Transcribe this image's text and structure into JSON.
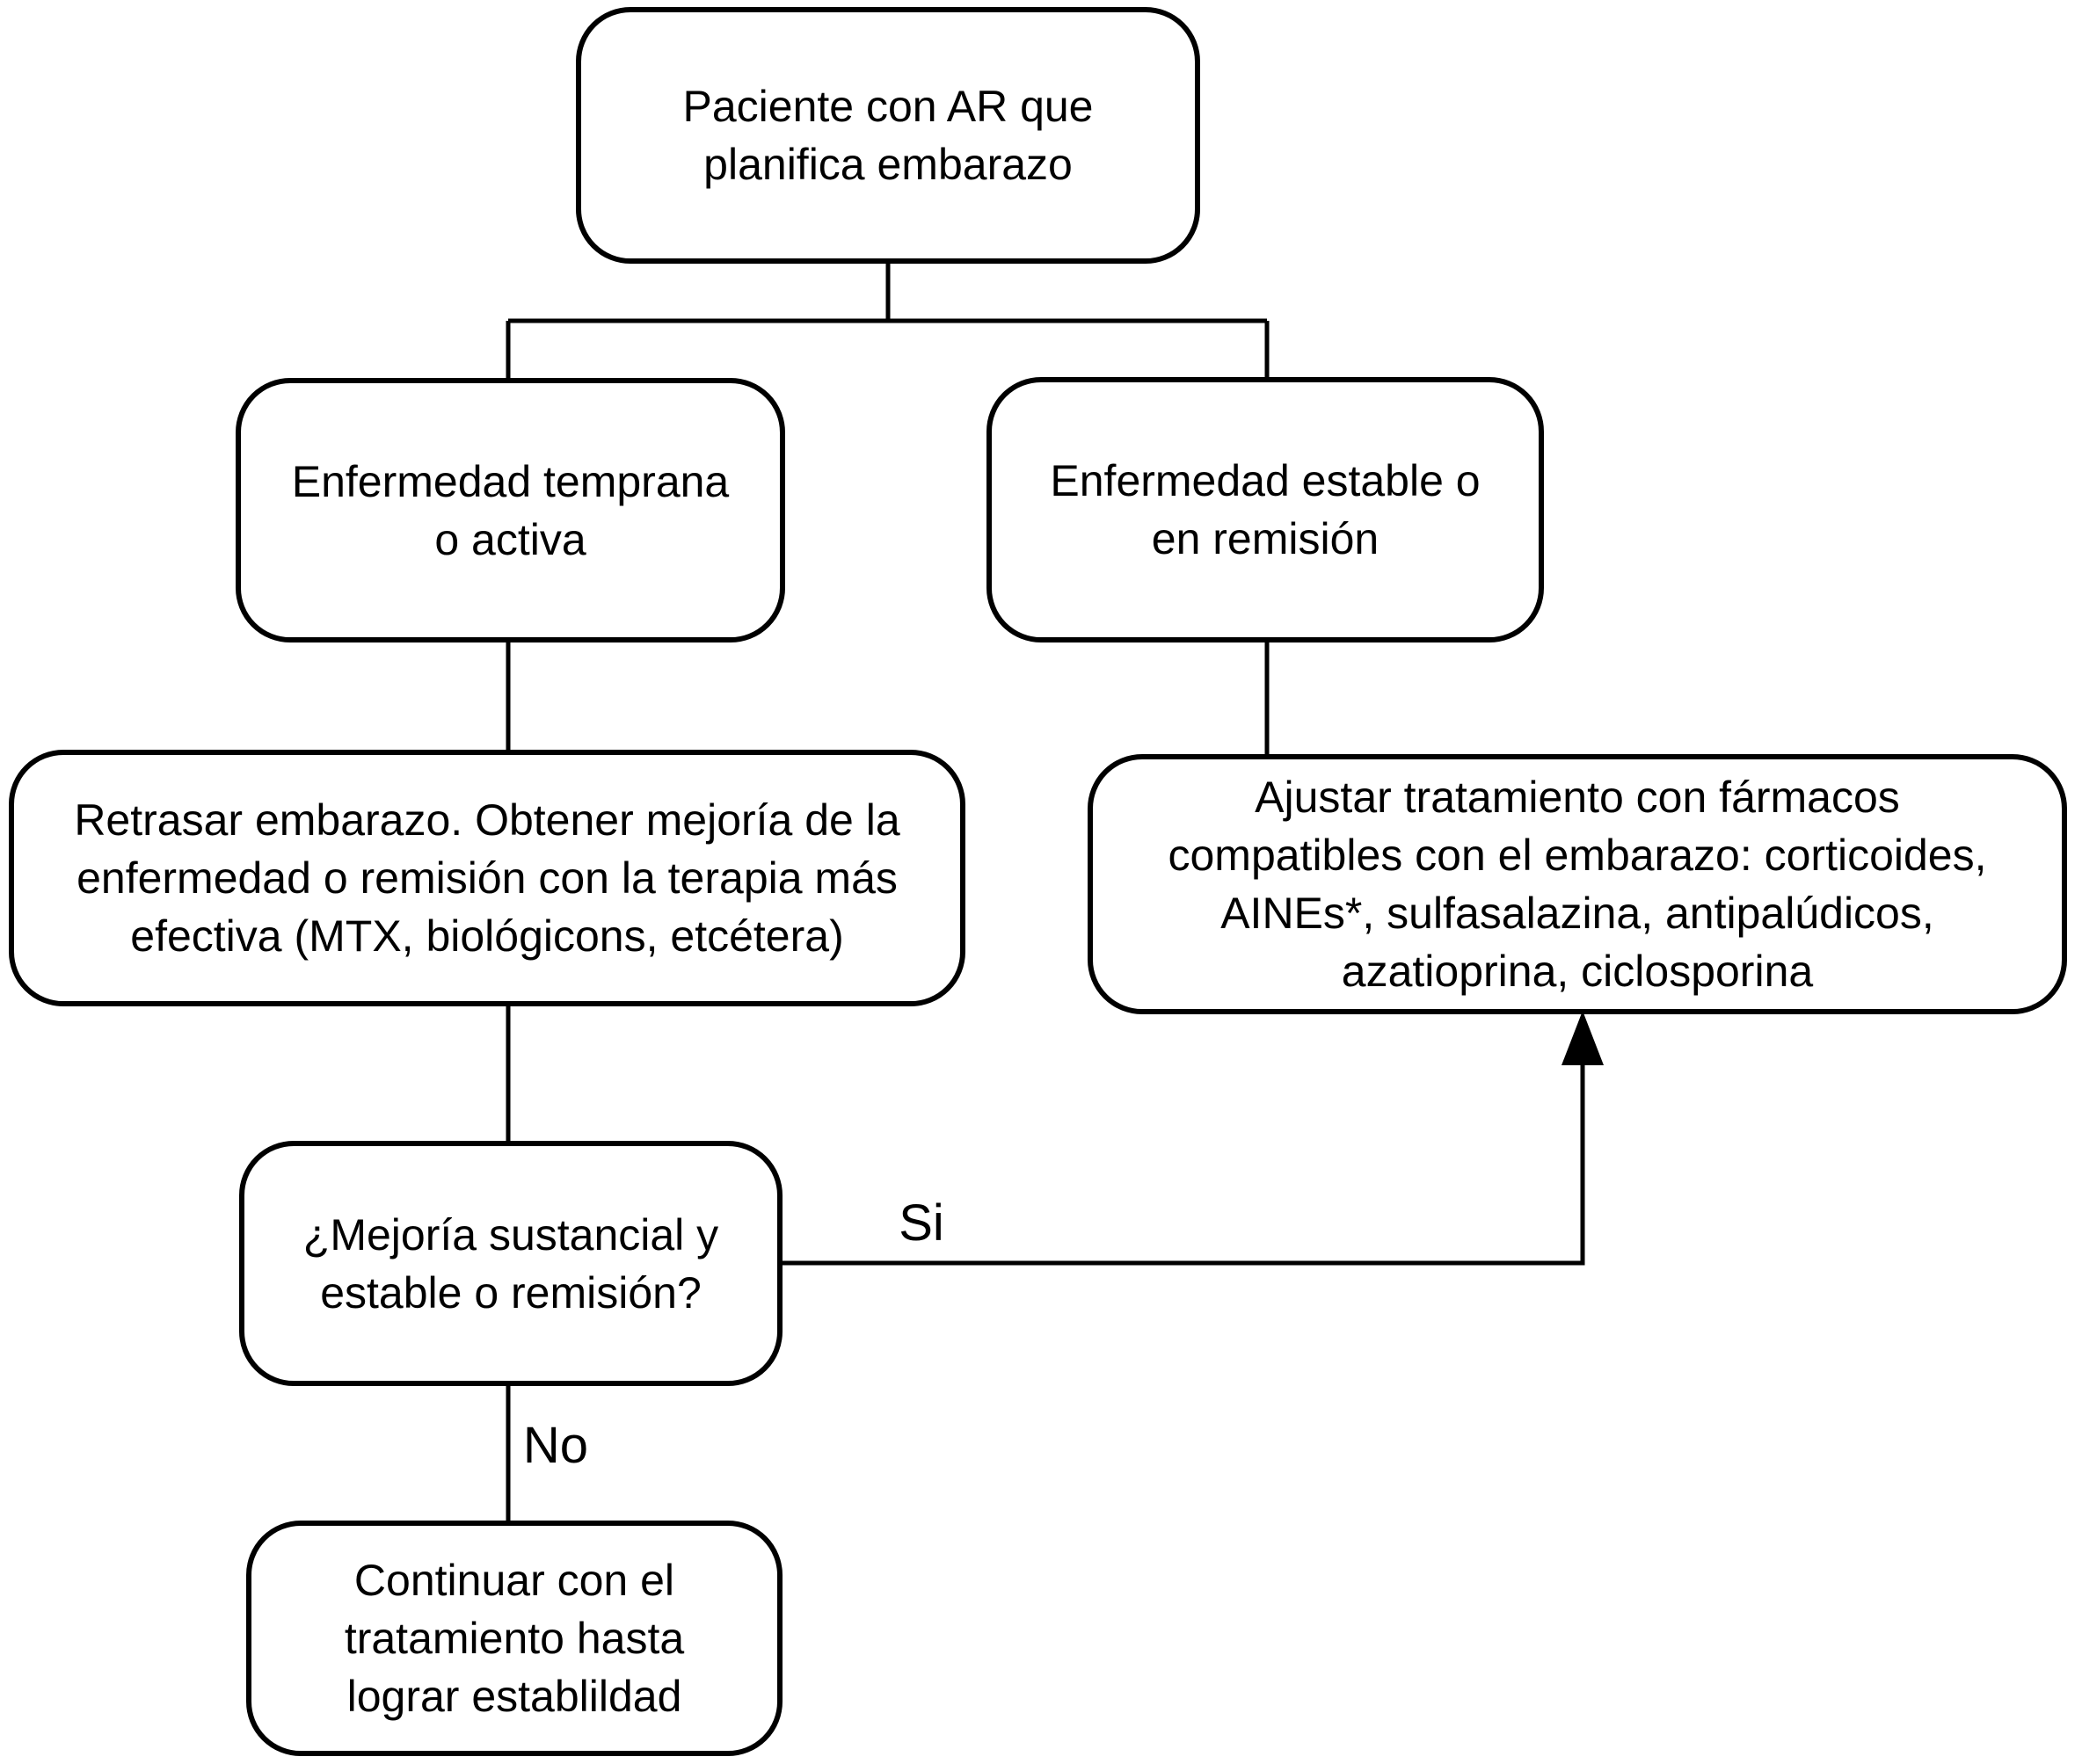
{
  "diagram": {
    "background_color": "#ffffff",
    "line_color": "#000000",
    "nodes": {
      "patient": {
        "label": "Paciente con AR que\nplanifica embarazo"
      },
      "early_active": {
        "label": "Enfermedad temprana\no activa"
      },
      "stable_remission": {
        "label": "Enfermedad estable o\nen remisión"
      },
      "delay_pregnancy": {
        "label": "Retrasar embarazo. Obtener mejoría de la\nenfermedad o remisión con la terapia más\nefectiva (MTX, biológicons, etcétera)"
      },
      "adjust_treatment": {
        "label": "Ajustar tratamiento con fármacos\ncompatibles con el embarazo: corticoides,\nAINEs*, sulfasalazina, antipalúdicos,\nazatioprina, ciclosporina"
      },
      "improvement_question": {
        "label": "¿Mejoría sustancial y\nestable o remisión?"
      },
      "continue_treatment": {
        "label": "Continuar con el\ntratamiento hasta\nlograr establildad"
      }
    },
    "edge_labels": {
      "yes": "Si",
      "no": "No"
    }
  }
}
